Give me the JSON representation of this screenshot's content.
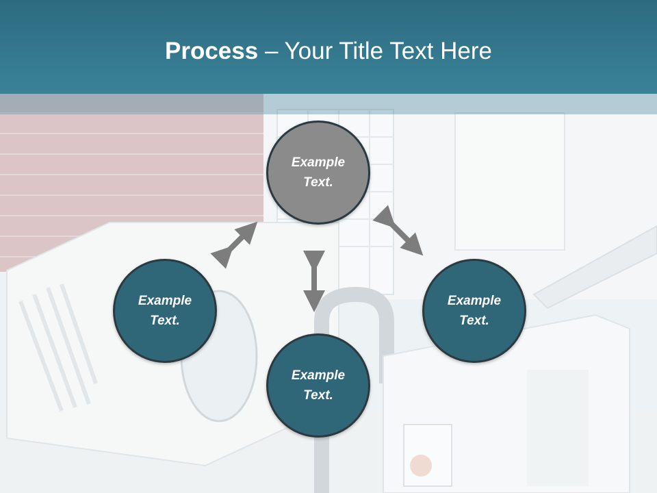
{
  "slide": {
    "title_bold": "Process",
    "title_rest": " – Your Title Text Here"
  },
  "nodes": {
    "top": "Example\nText.",
    "left": "Example\nText.",
    "right": "Example\nText.",
    "bottom": "Example\nText."
  },
  "colors": {
    "title_bar": "#2f7086",
    "node_teal": "#2f6678",
    "node_gray": "#8b8b8b",
    "arrow": "#7d7d7d"
  },
  "icons": {
    "connector": "double-headed-arrow"
  }
}
